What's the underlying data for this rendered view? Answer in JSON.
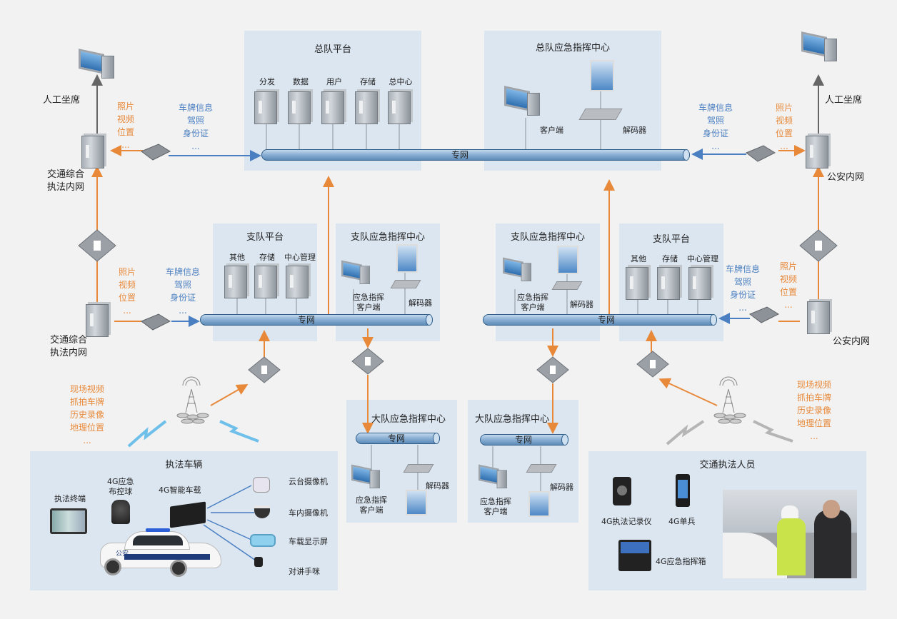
{
  "colors": {
    "background": "#f2f2f2",
    "panel": "#dce6f1",
    "pipe": "#7fa6cf",
    "orange_flow": "#e8893a",
    "blue_flow": "#4a7fc1",
    "gray_flow": "#666666"
  },
  "network_label": "专网",
  "top": {
    "hq_platform": {
      "title": "总队平台",
      "servers": [
        "分发",
        "数据",
        "用户",
        "存储",
        "总中心"
      ]
    },
    "hq_command": {
      "title": "总队应急指挥中心",
      "client": "客户端",
      "decoder": "解码器"
    }
  },
  "left_side": {
    "operator": "人工坐席",
    "traffic_net_top": "交通综合\n执法内网",
    "traffic_net_mid": "交通综合\n执法内网",
    "outbound_orange": [
      "照片",
      "视频",
      "位置",
      "..."
    ],
    "inbound_blue": [
      "车牌信息",
      "驾照",
      "身份证",
      "..."
    ]
  },
  "right_side": {
    "operator": "人工坐席",
    "police_net_top": "公安内网",
    "police_net_mid": "公安内网",
    "outbound_orange": [
      "照片",
      "视频",
      "位置",
      "..."
    ],
    "inbound_blue": [
      "车牌信息",
      "驾照",
      "身份证",
      "..."
    ]
  },
  "middle": {
    "left_platform": {
      "title": "支队平台",
      "servers": [
        "其他",
        "存储",
        "中心管理"
      ]
    },
    "left_command": {
      "title": "支队应急指挥中心",
      "client": "应急指挥\n客户端",
      "decoder": "解码器"
    },
    "right_command": {
      "title": "支队应急指挥中心",
      "client": "应急指挥\n客户端",
      "decoder": "解码器"
    },
    "right_platform": {
      "title": "支队平台",
      "servers": [
        "其他",
        "存储",
        "中心管理"
      ]
    }
  },
  "brigade": [
    {
      "title": "大队应急指挥中心",
      "client": "应急指挥\n客户端",
      "decoder": "解码器"
    },
    {
      "title": "大队应急指挥中心",
      "client": "应急指挥\n客户端",
      "decoder": "解码器"
    }
  ],
  "wireless_data": {
    "left": [
      "现场视频",
      "抓拍车牌",
      "历史录像",
      "地理位置",
      "..."
    ],
    "right": [
      "现场视频",
      "抓拍车牌",
      "历史录像",
      "地理位置",
      "..."
    ]
  },
  "vehicle_panel": {
    "title": "执法车辆",
    "terminal": "执法终端",
    "ptz_ball": "4G应急\n布控球",
    "mdvr": "4G智能车载",
    "car_badge": "公安",
    "peripherals": [
      "云台摄像机",
      "车内摄像机",
      "车载显示屏",
      "对讲手咪"
    ]
  },
  "officer_panel": {
    "title": "交通执法人员",
    "devices": [
      "4G执法记录仪",
      "4G单兵",
      "4G应急指挥箱"
    ]
  }
}
